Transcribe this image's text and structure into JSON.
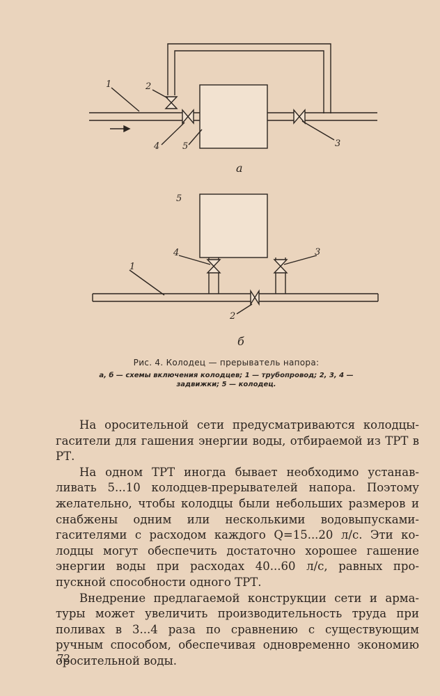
{
  "figure": {
    "subfig_a": {
      "letter": "а",
      "labels": [
        "1",
        "2",
        "3",
        "4",
        "5"
      ]
    },
    "subfig_b": {
      "letter": "б",
      "labels": [
        "1",
        "2",
        "3",
        "4",
        "5"
      ]
    }
  },
  "caption": {
    "title": "Рис. 4. Колодец — прерыватель напора:",
    "legend_line1": "а, б — схемы включения колодцев; 1 — трубопровод; 2, 3, 4 —",
    "legend_line2": "задвижки; 5 — колодец."
  },
  "body": {
    "p1_l1": "На оросительной сети предусматриваются колодцы-",
    "p1_l2": "гасители для гашения энергии воды, отбираемой из",
    "p1_l3": "ТРТ в РТ.",
    "p2_l1": "На одном ТРТ иногда бывает необходимо устанав-",
    "p2_l2": "ливать 5...10 колодцев-прерывателей напора. Поэтому",
    "p2_l3": "желательно, чтобы колодцы были небольших размеров",
    "p2_l4": "и снабжены одним или несколькими водовыпусками-",
    "p2_l5": "гасителями с расходом каждого Q=15...20 л/с. Эти ко-",
    "p2_l6": "лодцы могут обеспечить достаточно хорошее гашение",
    "p2_l7": "энергии воды при расходах 40...60 л/с, равных про-",
    "p2_l8": "пускной способности одного ТРТ.",
    "p3_l1": "Внедрение предлагаемой конструкции сети и арма-",
    "p3_l2": "туры может увеличить производительность труда при",
    "p3_l3": "поливах в 3...4 раза по сравнению с существующим",
    "p3_l4": "ручным способом, обеспечивая одновременно экономию",
    "p3_l5": "оросительной воды."
  },
  "page_number": "72"
}
